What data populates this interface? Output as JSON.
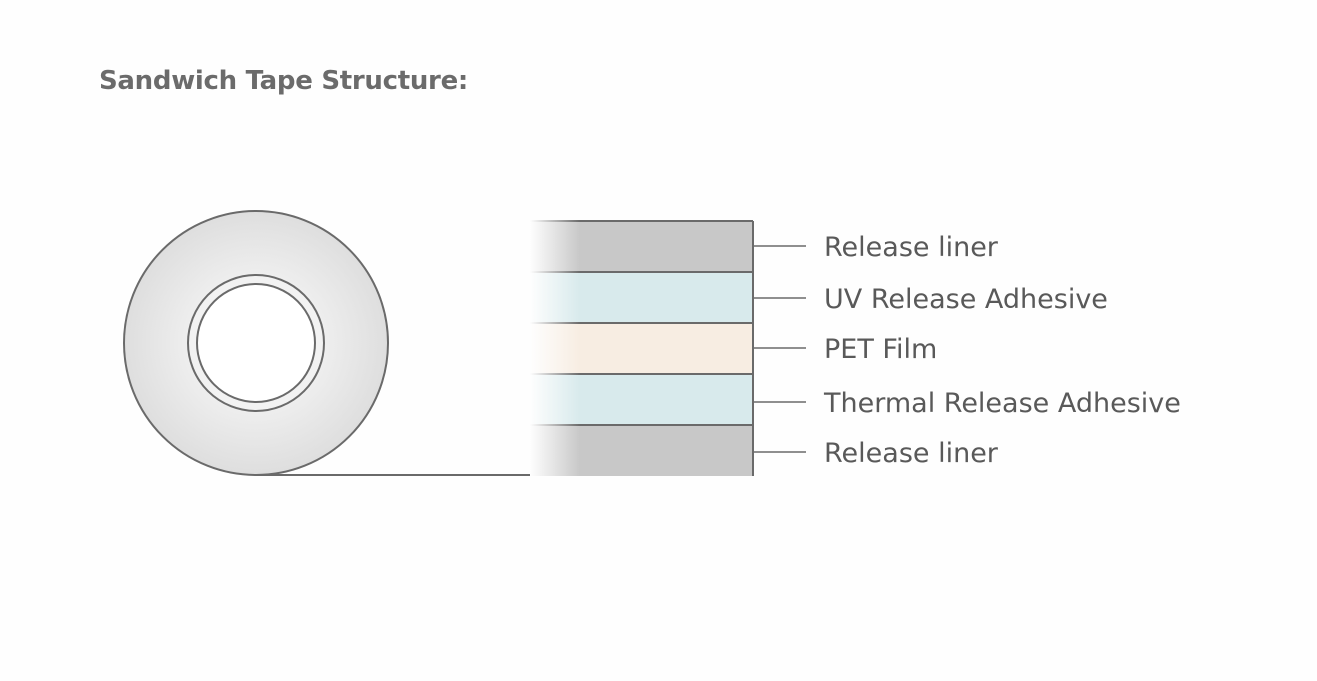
{
  "title": "Sandwich Tape Structure:",
  "layers": [
    {
      "label": "Release liner",
      "color": "#c8c8c8"
    },
    {
      "label": "UV Release Adhesive",
      "color": "#d8eaec"
    },
    {
      "label": "PET Film",
      "color": "#f7ede2"
    },
    {
      "label": "Thermal Release Adhesive",
      "color": "#d8eaec"
    },
    {
      "label": "Release liner",
      "color": "#c8c8c8"
    }
  ],
  "colors": {
    "stroke": "#6a6a6a",
    "roll": "#e6e6e6"
  }
}
